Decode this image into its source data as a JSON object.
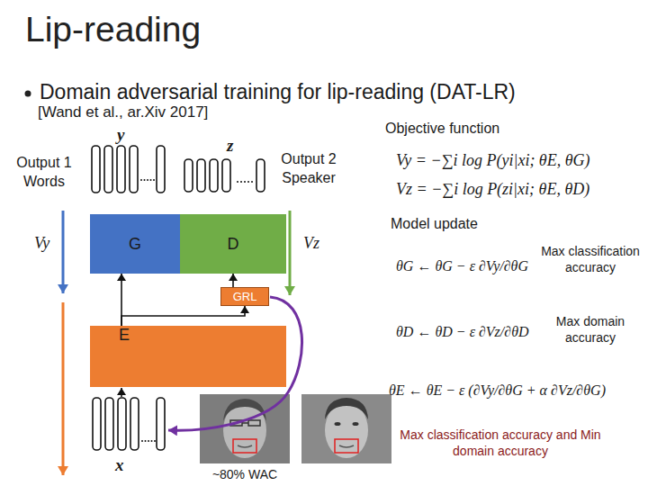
{
  "diagram": {
    "title": "Lip-reading",
    "nodes": [
      {
        "text": [
          "G"
        ]
      },
      {
        "text": [
          "D"
        ]
      },
      {
        "text": [
          "GRL"
        ]
      },
      {
        "text": [
          "E"
        ]
      }
    ],
    "edges": [
      {
        "from": 3,
        "to": 0,
        "arrow": "to"
      },
      {
        "from": 3,
        "to": 2,
        "arrow": "to"
      },
      {
        "from": 2,
        "to": 1,
        "arrow": "to"
      }
    ],
    "labels": [
      "Domain adversarial training for lip-reading (DAT-LR)",
      "[Wand et al., ar.Xiv 2017]",
      "Objective function",
      "y",
      "z",
      "Output 1 Words",
      "Output 2 Speaker",
      "Vy",
      "Vz",
      "Vy = −∑i log P(yi|xi; θE, θG)",
      "Vz = −∑i log P(zi|xi; θE, θD)",
      "Model update",
      "θG ← θG − ε ∂Vy/∂θG",
      "Max classification accuracy",
      "θD ← θD − ε ∂Vz/∂θD",
      "Max domain accuracy",
      "θE ← θE − ε (∂Vy/∂θG + α ∂Vz/∂θG)",
      "Max classification accuracy and Min domain accuracy",
      "x",
      "~80% WAC"
    ]
  }
}
